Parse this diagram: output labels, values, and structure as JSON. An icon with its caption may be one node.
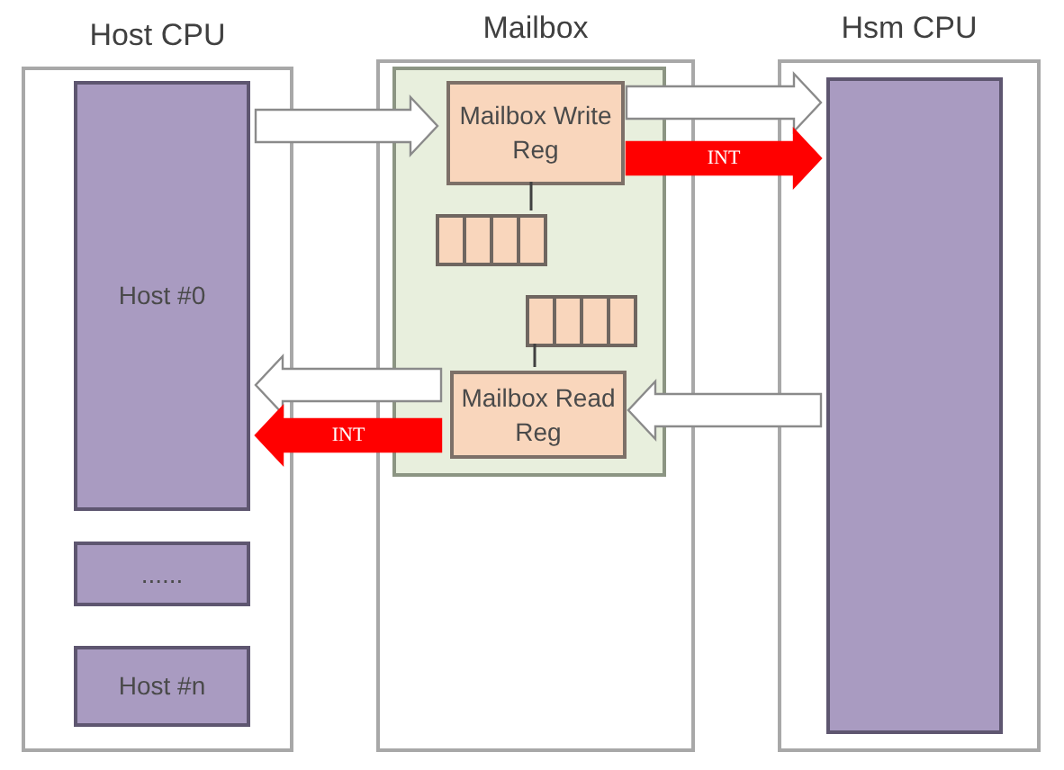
{
  "diagram": {
    "nodes": [
      {
        "text": [
          "Host CPU"
        ]
      },
      {
        "text": [
          "Host #0"
        ],
        "in": 0
      },
      {
        "text": [
          "......"
        ],
        "in": 0
      },
      {
        "text": [
          "Host #n"
        ],
        "in": 0
      },
      {
        "text": [
          "Mailbox"
        ]
      },
      {
        "text": [],
        "shape": "box",
        "in": 4
      },
      {
        "text": [
          "Mailbox Write Reg"
        ],
        "in": 5
      },
      {
        "text": [],
        "shape": "bar",
        "in": 5
      },
      {
        "text": [],
        "shape": "bar",
        "in": 5
      },
      {
        "text": [
          "Mailbox Read Reg"
        ],
        "in": 5
      },
      {
        "text": [
          "Hsm CPU"
        ]
      },
      {
        "text": [],
        "shape": "box",
        "in": 10
      }
    ],
    "edges": [
      {
        "from": 1,
        "to": 6,
        "arrow": "to"
      },
      {
        "from": 6,
        "to": 11,
        "arrow": "to"
      },
      {
        "from": 6,
        "to": 11,
        "arrow": "to",
        "label": "INT",
        "color": "#ff0000"
      },
      {
        "from": 6,
        "to": 7,
        "arrow": "none"
      },
      {
        "from": 8,
        "to": 9,
        "arrow": "none"
      },
      {
        "from": 11,
        "to": 9,
        "arrow": "to"
      },
      {
        "from": 9,
        "to": 1,
        "arrow": "to"
      },
      {
        "from": 9,
        "to": 1,
        "arrow": "to",
        "label": "INT",
        "color": "#ff0000"
      }
    ]
  }
}
